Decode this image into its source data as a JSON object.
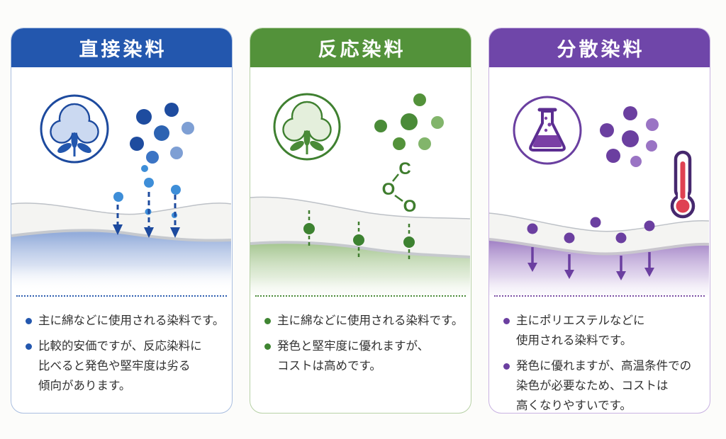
{
  "page": {
    "background": "#fcfcfa"
  },
  "cards": [
    {
      "id": "direct-dye",
      "title": "直接染料",
      "theme": {
        "header": "#2357AE",
        "border": "#A9BEE0",
        "bullet": "#2357AE",
        "divider": "#2F5FB0",
        "dye_dots": [
          "#1E4C9F",
          "#3B74C4",
          "#7E9FD4",
          "#3E8ED8"
        ],
        "gradient": "#8FA9D9"
      },
      "icons": [
        "cotton-icon"
      ],
      "bullets": [
        {
          "text": "主に綿などに使用される染料です。"
        },
        {
          "text": "比較的安価ですが、反応染料に\n比べると発色や堅牢度は劣る\n傾向があります。"
        }
      ]
    },
    {
      "id": "reactive-dye",
      "title": "反応染料",
      "theme": {
        "header": "#53923A",
        "border": "#B7D1A6",
        "bullet": "#3F8532",
        "divider": "#4A8B38",
        "dye_dots": [
          "#4A8B38",
          "#53923A",
          "#82B56B"
        ],
        "gradient": "#A3C48E"
      },
      "icons": [
        "cotton-icon"
      ],
      "chem": {
        "atoms": [
          "C",
          "O",
          "O"
        ],
        "color": "#3F7D2E"
      },
      "bullets": [
        {
          "text": "主に綿などに使用される染料です。"
        },
        {
          "text": "発色と堅牢度に優れますが、\nコストは高めです。"
        }
      ]
    },
    {
      "id": "disperse-dye",
      "title": "分散染料",
      "theme": {
        "header": "#6F46A9",
        "border": "#C8B2E2",
        "bullet": "#6B3FA0",
        "divider": "#7C50A5",
        "dye_dots": [
          "#6B3FA0",
          "#9A74C4"
        ],
        "gradient": "#9C7BC2",
        "thermometer_red": "#DF4152"
      },
      "icons": [
        "flask-icon",
        "thermometer-icon"
      ],
      "bullets": [
        {
          "text": "主にポリエステルなどに\n使用される染料です。"
        },
        {
          "text": "発色に優れますが、高温条件での\n染色が必要なため、コストは\n高くなりやすいです。"
        }
      ]
    }
  ]
}
